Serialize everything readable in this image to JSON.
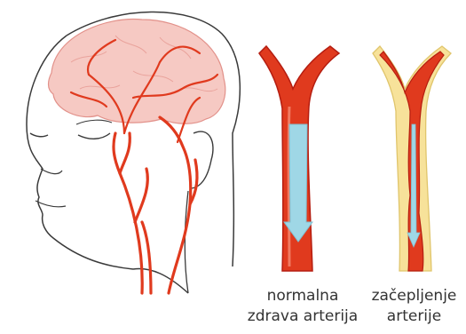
{
  "labels": {
    "normal_line1": "normalna",
    "normal_line2": "zdrava arterija",
    "blocked_line1": "začepljenje",
    "blocked_line2": "arterije"
  },
  "colors": {
    "artery": "#e03a1e",
    "artery_wall": "#b51d10",
    "brain": "#f6c9c3",
    "plaque": "#f7e29a",
    "flow_arrow": "#9fd7e6",
    "skin_line": "#3a3a3a"
  }
}
